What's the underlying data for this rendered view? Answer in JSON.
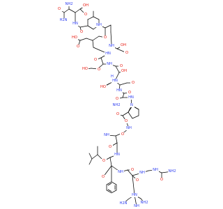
{
  "colors": {
    "carbon": "#000000",
    "oxygen": "#e8160c",
    "nitrogen": "#2f3ff0",
    "background": "#ffffff"
  },
  "atom_labels": {
    "ho": "HO",
    "oh": "OH",
    "o": "O",
    "nh": "NH",
    "hn": "HN",
    "nh2": "NH2",
    "h2n": "H2N",
    "h": "H",
    "n": "N"
  }
}
